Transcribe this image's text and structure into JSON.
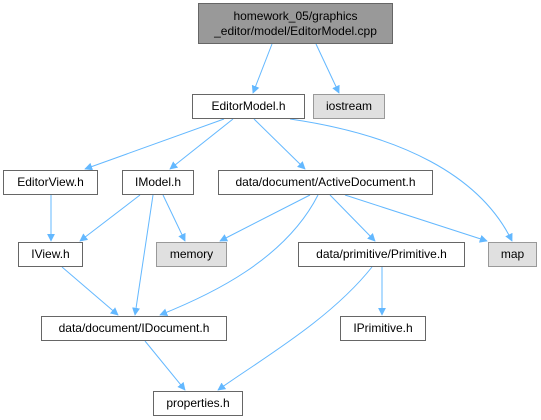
{
  "graph": {
    "root": {
      "line1": "homework_05/graphics",
      "line2": "_editor/model/EditorModel.cpp"
    },
    "nodes": {
      "editor_model": "EditorModel.h",
      "iostream": "iostream",
      "editor_view": "EditorView.h",
      "imodel": "IModel.h",
      "active_document": "data/document/ActiveDocument.h",
      "iview": "IView.h",
      "memory": "memory",
      "primitive": "data/primitive/Primitive.h",
      "map": "map",
      "idocument": "data/document/IDocument.h",
      "iprimitive": "IPrimitive.h",
      "properties": "properties.h"
    }
  },
  "colors": {
    "edge": "#63b8ff",
    "root_fill": "#999999",
    "external_fill": "#e0e0e0",
    "node_border": "#666666"
  }
}
